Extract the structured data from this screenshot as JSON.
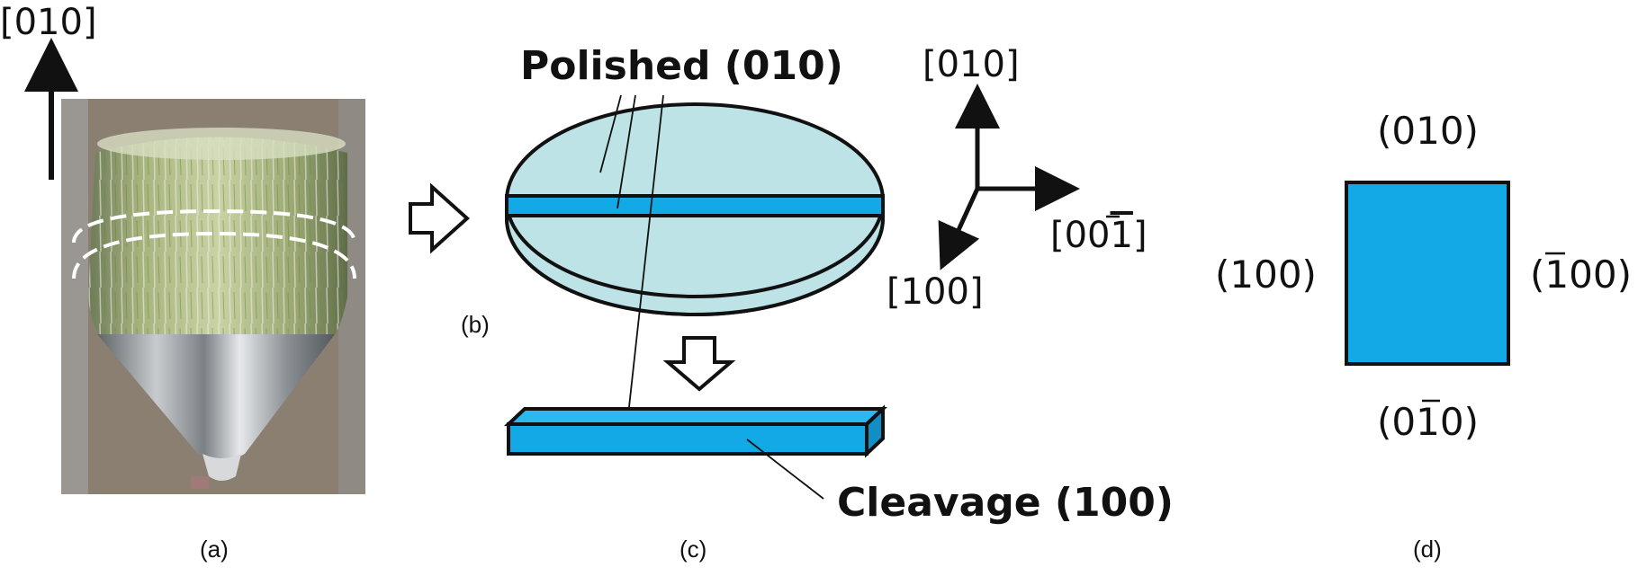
{
  "panel_a": {
    "axis_label": "[010]",
    "caption": "(a)"
  },
  "panel_b": {
    "caption": "(b)",
    "polished_label": "Polished (010)",
    "axis_up": "[010]",
    "axis_right": "[00",
    "axis_right_bar": "1",
    "axis_right_close": "]",
    "axis_diag": "[100]"
  },
  "panel_c": {
    "caption": "(c)",
    "cleavage_label": "Cleavage (100)"
  },
  "panel_d": {
    "caption": "(d)",
    "top": "(010)",
    "left": "(100)",
    "right_open": "(",
    "right_bar": "1",
    "right_rest": "00)",
    "bottom_open": "(0",
    "bottom_bar": "1",
    "bottom_rest": "0)"
  },
  "colors": {
    "disk_fill": "#bde3e6",
    "slab_fill": "#13a8e6",
    "square_fill": "#13a8e6",
    "stroke": "#111111"
  }
}
